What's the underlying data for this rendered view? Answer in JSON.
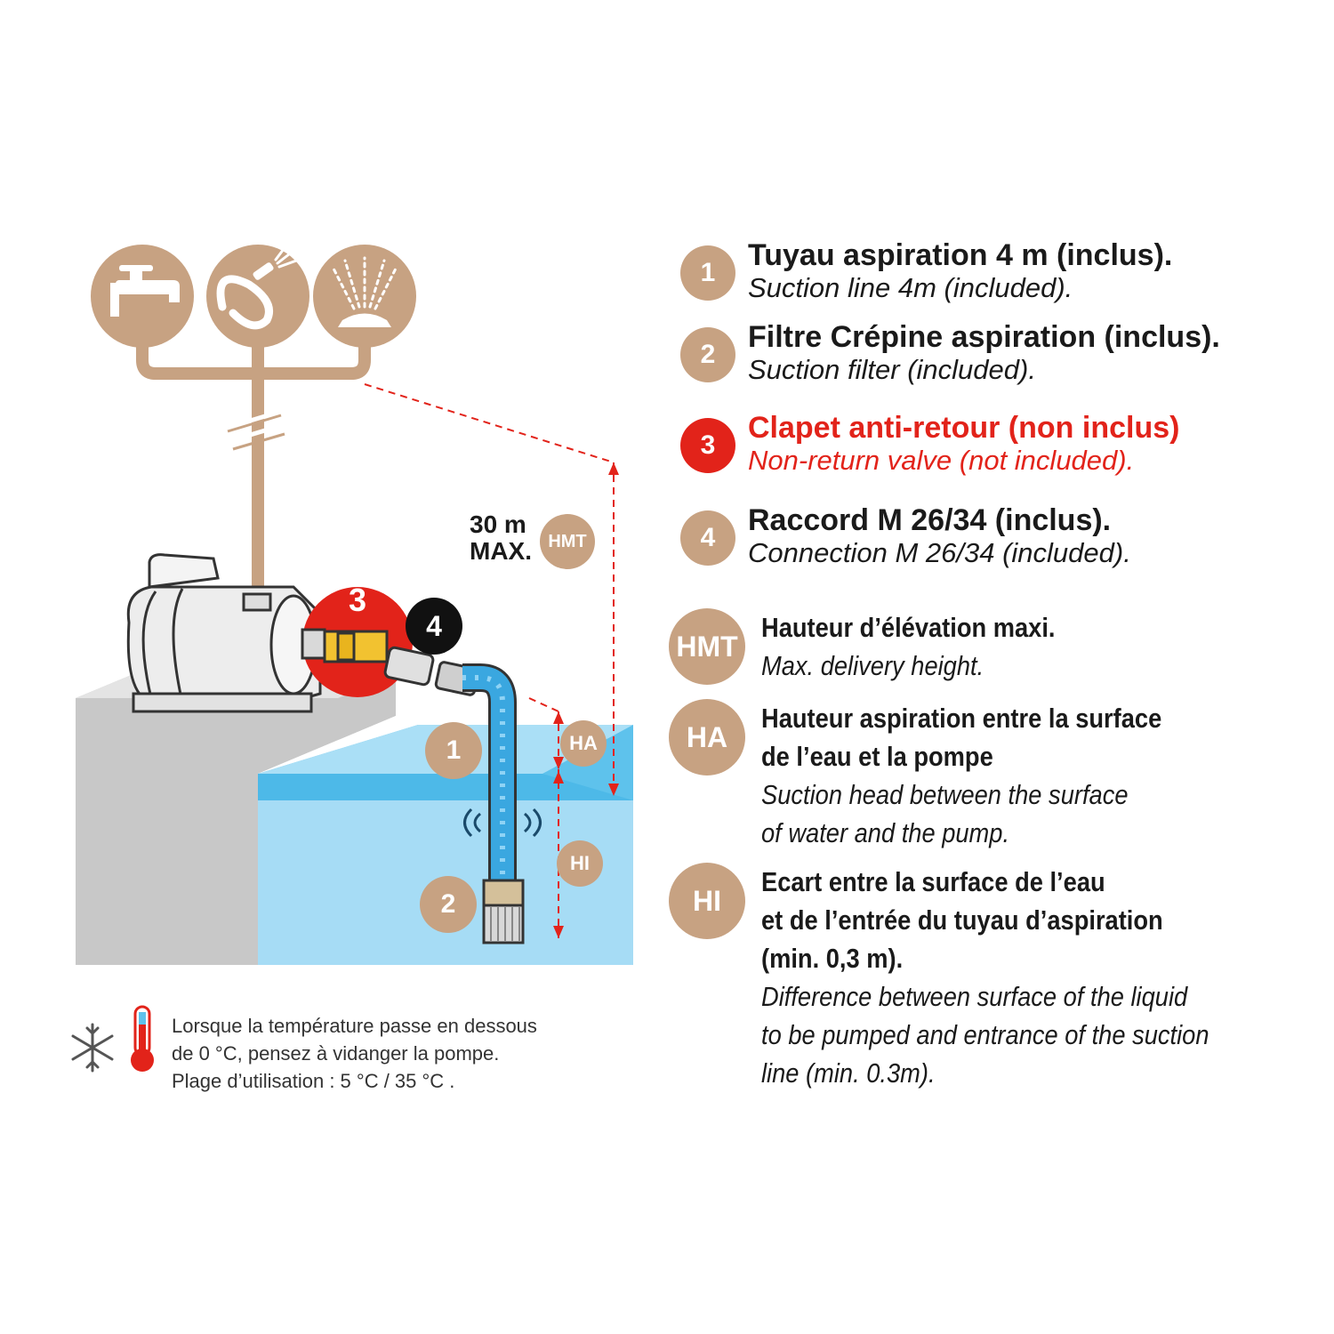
{
  "colors": {
    "tan": "#c7a282",
    "red": "#e2231a",
    "black": "#111111",
    "water": "#a6dcf5",
    "water_surface": "#5ec2ec",
    "concrete": "#c8c8c8",
    "hose": "#3aa7e0"
  },
  "top_icons": [
    {
      "icon": "faucet-icon"
    },
    {
      "icon": "garden-hose-icon"
    },
    {
      "icon": "sprinkler-icon"
    }
  ],
  "diagram_badges": {
    "b1": "1",
    "b2": "2",
    "b3": "3",
    "b4": "4",
    "ha": "HA",
    "hi": "HI",
    "hmt": "HMT"
  },
  "max_height": {
    "value_line": "30 m",
    "max_line": "MAX."
  },
  "legend": [
    {
      "num": "1",
      "fr": "Tuyau aspiration 4 m (inclus).",
      "en": "Suction line 4m (included).",
      "color": "#c7a282"
    },
    {
      "num": "2",
      "fr": "Filtre Crépine aspiration (inclus).",
      "en": "Suction filter (included).",
      "color": "#c7a282"
    },
    {
      "num": "3",
      "fr": "Clapet anti-retour (non inclus)",
      "en": "Non-return valve (not included).",
      "color": "#e2231a"
    },
    {
      "num": "4",
      "fr": "Raccord M 26/34 (inclus).",
      "en": "Connection M 26/34 (included).",
      "color": "#c7a282"
    }
  ],
  "abbreviations": [
    {
      "abbr": "HMT",
      "fr_lines": [
        "Hauteur d’élévation maxi."
      ],
      "en_lines": [
        "Max. delivery height."
      ]
    },
    {
      "abbr": "HA",
      "fr_lines": [
        "Hauteur aspiration entre la surface",
        "de l’eau et la pompe"
      ],
      "en_lines": [
        "Suction head between the surface",
        "of water and the pump."
      ]
    },
    {
      "abbr": "HI",
      "fr_lines": [
        "Ecart entre la surface de l’eau",
        "et de l’entrée du tuyau d’aspiration",
        "(min. 0,3 m)."
      ],
      "en_lines": [
        "Difference between surface of the liquid",
        "to be pumped and entrance of the suction",
        "line (min. 0.3m)."
      ]
    }
  ],
  "note": {
    "icons": [
      "snowflake-icon",
      "thermometer-icon"
    ],
    "lines": [
      "Lorsque la température passe en dessous",
      "de 0 °C, pensez à vidanger la pompe.",
      "Plage d’utilisation : 5 °C / 35 °C ."
    ]
  }
}
